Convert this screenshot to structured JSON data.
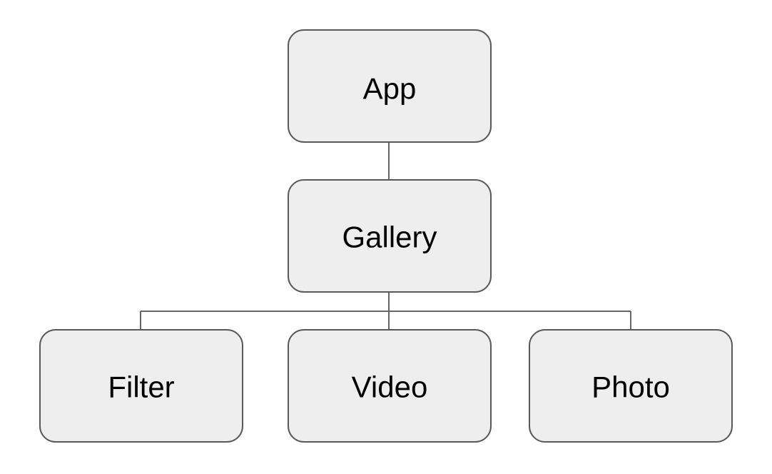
{
  "diagram": {
    "type": "tree",
    "colors": {
      "node_fill": "#eeeeee",
      "node_border": "#595959",
      "connector": "#666666",
      "text": "#000000"
    },
    "nodes": {
      "app": {
        "label": "App"
      },
      "gallery": {
        "label": "Gallery"
      },
      "filter": {
        "label": "Filter"
      },
      "video": {
        "label": "Video"
      },
      "photo": {
        "label": "Photo"
      }
    },
    "edges": [
      {
        "from": "app",
        "to": "gallery"
      },
      {
        "from": "gallery",
        "to": "filter"
      },
      {
        "from": "gallery",
        "to": "video"
      },
      {
        "from": "gallery",
        "to": "photo"
      }
    ]
  }
}
